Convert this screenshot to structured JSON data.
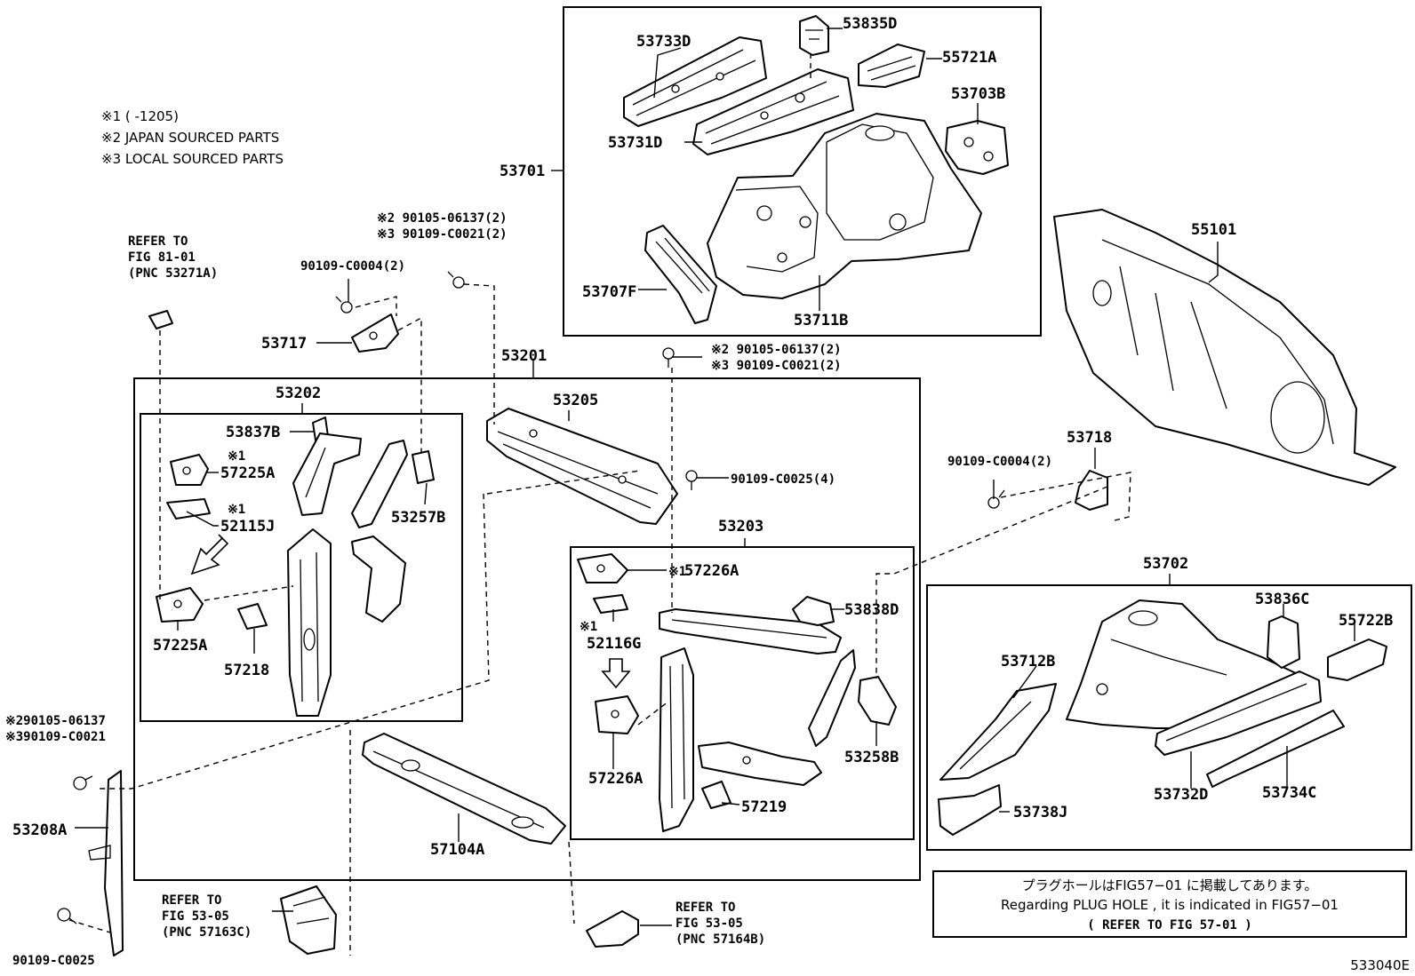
{
  "diagram_code": "533040E",
  "notes": [
    "※1 (      -1205)",
    "※2 JAPAN SOURCED PARTS",
    "※3 LOCAL SOURCED PARTS"
  ],
  "plug_hole_notice": {
    "line1": "プラグホールはFIG57−01 に掲載してあります。",
    "line2": "Regarding  PLUG HOLE , it is  indicated  in  FIG57−01",
    "line3": "(   REFER TO FIG 57-01 )"
  },
  "refer_to": {
    "fig81": [
      "REFER TO",
      "FIG 81-01",
      "(PNC 53271A)"
    ],
    "fig53a": [
      "REFER TO",
      "FIG 53-05",
      "(PNC 57163C)"
    ],
    "fig53b": [
      "REFER TO",
      "FIG 53-05",
      "(PNC 57164B)"
    ]
  },
  "parts": {
    "p53733D": "53733D",
    "p53835D": "53835D",
    "p55721A": "55721A",
    "p53703B": "53703B",
    "p53731D": "53731D",
    "p53701": "53701",
    "p53707F": "53707F",
    "p53711B": "53711B",
    "p55101": "55101",
    "p53201": "53201",
    "p53202": "53202",
    "p53205": "53205",
    "p53837B": "53837B",
    "p57225A_top": "57225A",
    "p52115J": "52115J",
    "p53257B": "53257B",
    "p57225A_bot": "57225A",
    "p57218": "57218",
    "p53717": "53717",
    "p90109C0004_a": "90109-C0004(2)",
    "p90109C0004_b": "90109-C0004(2)",
    "p90109C0025_4": "90109-C0025(4)",
    "p53203": "53203",
    "p57226A_top": "57226A",
    "p52116G": "52116G",
    "p53838D": "53838D",
    "p57226A_bot": "57226A",
    "p53258B": "53258B",
    "p57219": "57219",
    "p57104A": "57104A",
    "p53718": "53718",
    "p53702": "53702",
    "p53836C": "53836C",
    "p55722B": "55722B",
    "p53712B": "53712B",
    "p53732D": "53732D",
    "p53734C": "53734C",
    "p53738J": "53738J",
    "p53208A": "53208A",
    "p90109C0025": "90109-C0025"
  },
  "bolt_pairs": {
    "top_left": [
      "※2 90105-06137(2)",
      "※3 90109-C0021(2)"
    ],
    "center": [
      "※2 90105-06137(2)",
      "※3 90109-C0021(2)"
    ],
    "left": [
      "※290105-06137",
      "※390109-C0021"
    ]
  },
  "markers": {
    "m57225A": "※1",
    "m52115J": "※1",
    "m57226A": "※1",
    "m52116G": "※1"
  }
}
